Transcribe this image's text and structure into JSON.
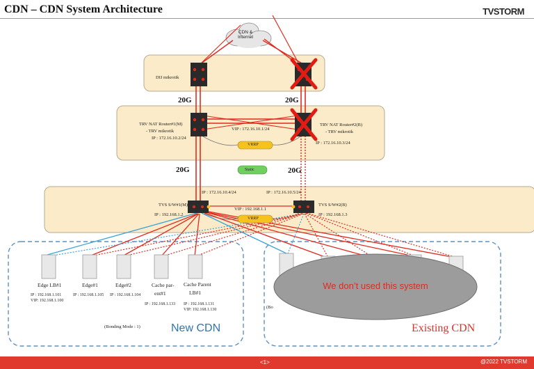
{
  "header": {
    "title": "CDN – CDN System Architecture",
    "brand": "TVSTORM"
  },
  "footer": {
    "page": "<1>",
    "copyright": "@2022 TVSTORM"
  },
  "internet": {
    "label_line1": "CDN &",
    "label_line2": "Internet"
  },
  "dij": {
    "label": "DIJ mikrotik"
  },
  "bandwidth": {
    "top_left": "20G",
    "top_right": "20G",
    "bottom_left": "20G",
    "bottom_right": "20G"
  },
  "nat": {
    "router1_line1": "TRV NAT Router#1(M)",
    "router1_line2": "- TRV mikrotik",
    "router1_ip": "IP : 172.16.10.2/24",
    "router2_line1": "TRV NAT Router#2(B)",
    "router2_line2": "- TRV mikrotik",
    "router2_ip": "IP : 172.16.10.3/24",
    "vip": "VIP : 172.16.10.1/24",
    "vrrp": "VRRP",
    "static": "Static"
  },
  "switch": {
    "sw1_name": "TVS S/W#1(M)",
    "sw1_ip": "IP : 192.168.1.2",
    "sw1_uplink_ip": "IP : 172.16.10.4/24",
    "sw2_name": "TVS S/W#2(B)",
    "sw2_ip": "IP : 192.168.1.3",
    "sw2_uplink_ip": "IP : 172.16.10.5/24",
    "vip": "VIP : 192.168.1.1",
    "vrrp": "VRRP"
  },
  "servers": [
    {
      "name_line1": "Edge LB#1",
      "name_line2": "",
      "ip1": "IP : 192.168.1.101",
      "ip2": "VIP: 192.168.1.100"
    },
    {
      "name_line1": "Edge#1",
      "name_line2": "",
      "ip1": "IP : 192.168.1.105",
      "ip2": ""
    },
    {
      "name_line1": "Edge#2",
      "name_line2": "",
      "ip1": "IP : 192.168.1.104",
      "ip2": ""
    },
    {
      "name_line1": "Cache par-",
      "name_line2": "ent#1",
      "ip1": "IP : 192.168.1.133",
      "ip2": ""
    },
    {
      "name_line1": "Cache Parent",
      "name_line2": "LB#1",
      "ip1": "IP : 192.168.1.131",
      "ip2": "VIP: 192.168.1.130"
    }
  ],
  "bonding": "(Bonding Mode : 1)",
  "new_cdn": {
    "label": "New CDN",
    "color": "#2f74b5"
  },
  "existing_cdn": {
    "label": "Existing CDN",
    "color": "#d8322a",
    "hidden_text": "(Bo"
  },
  "overlay": {
    "text": "We don’t used this system",
    "color": "#e02a1f"
  }
}
